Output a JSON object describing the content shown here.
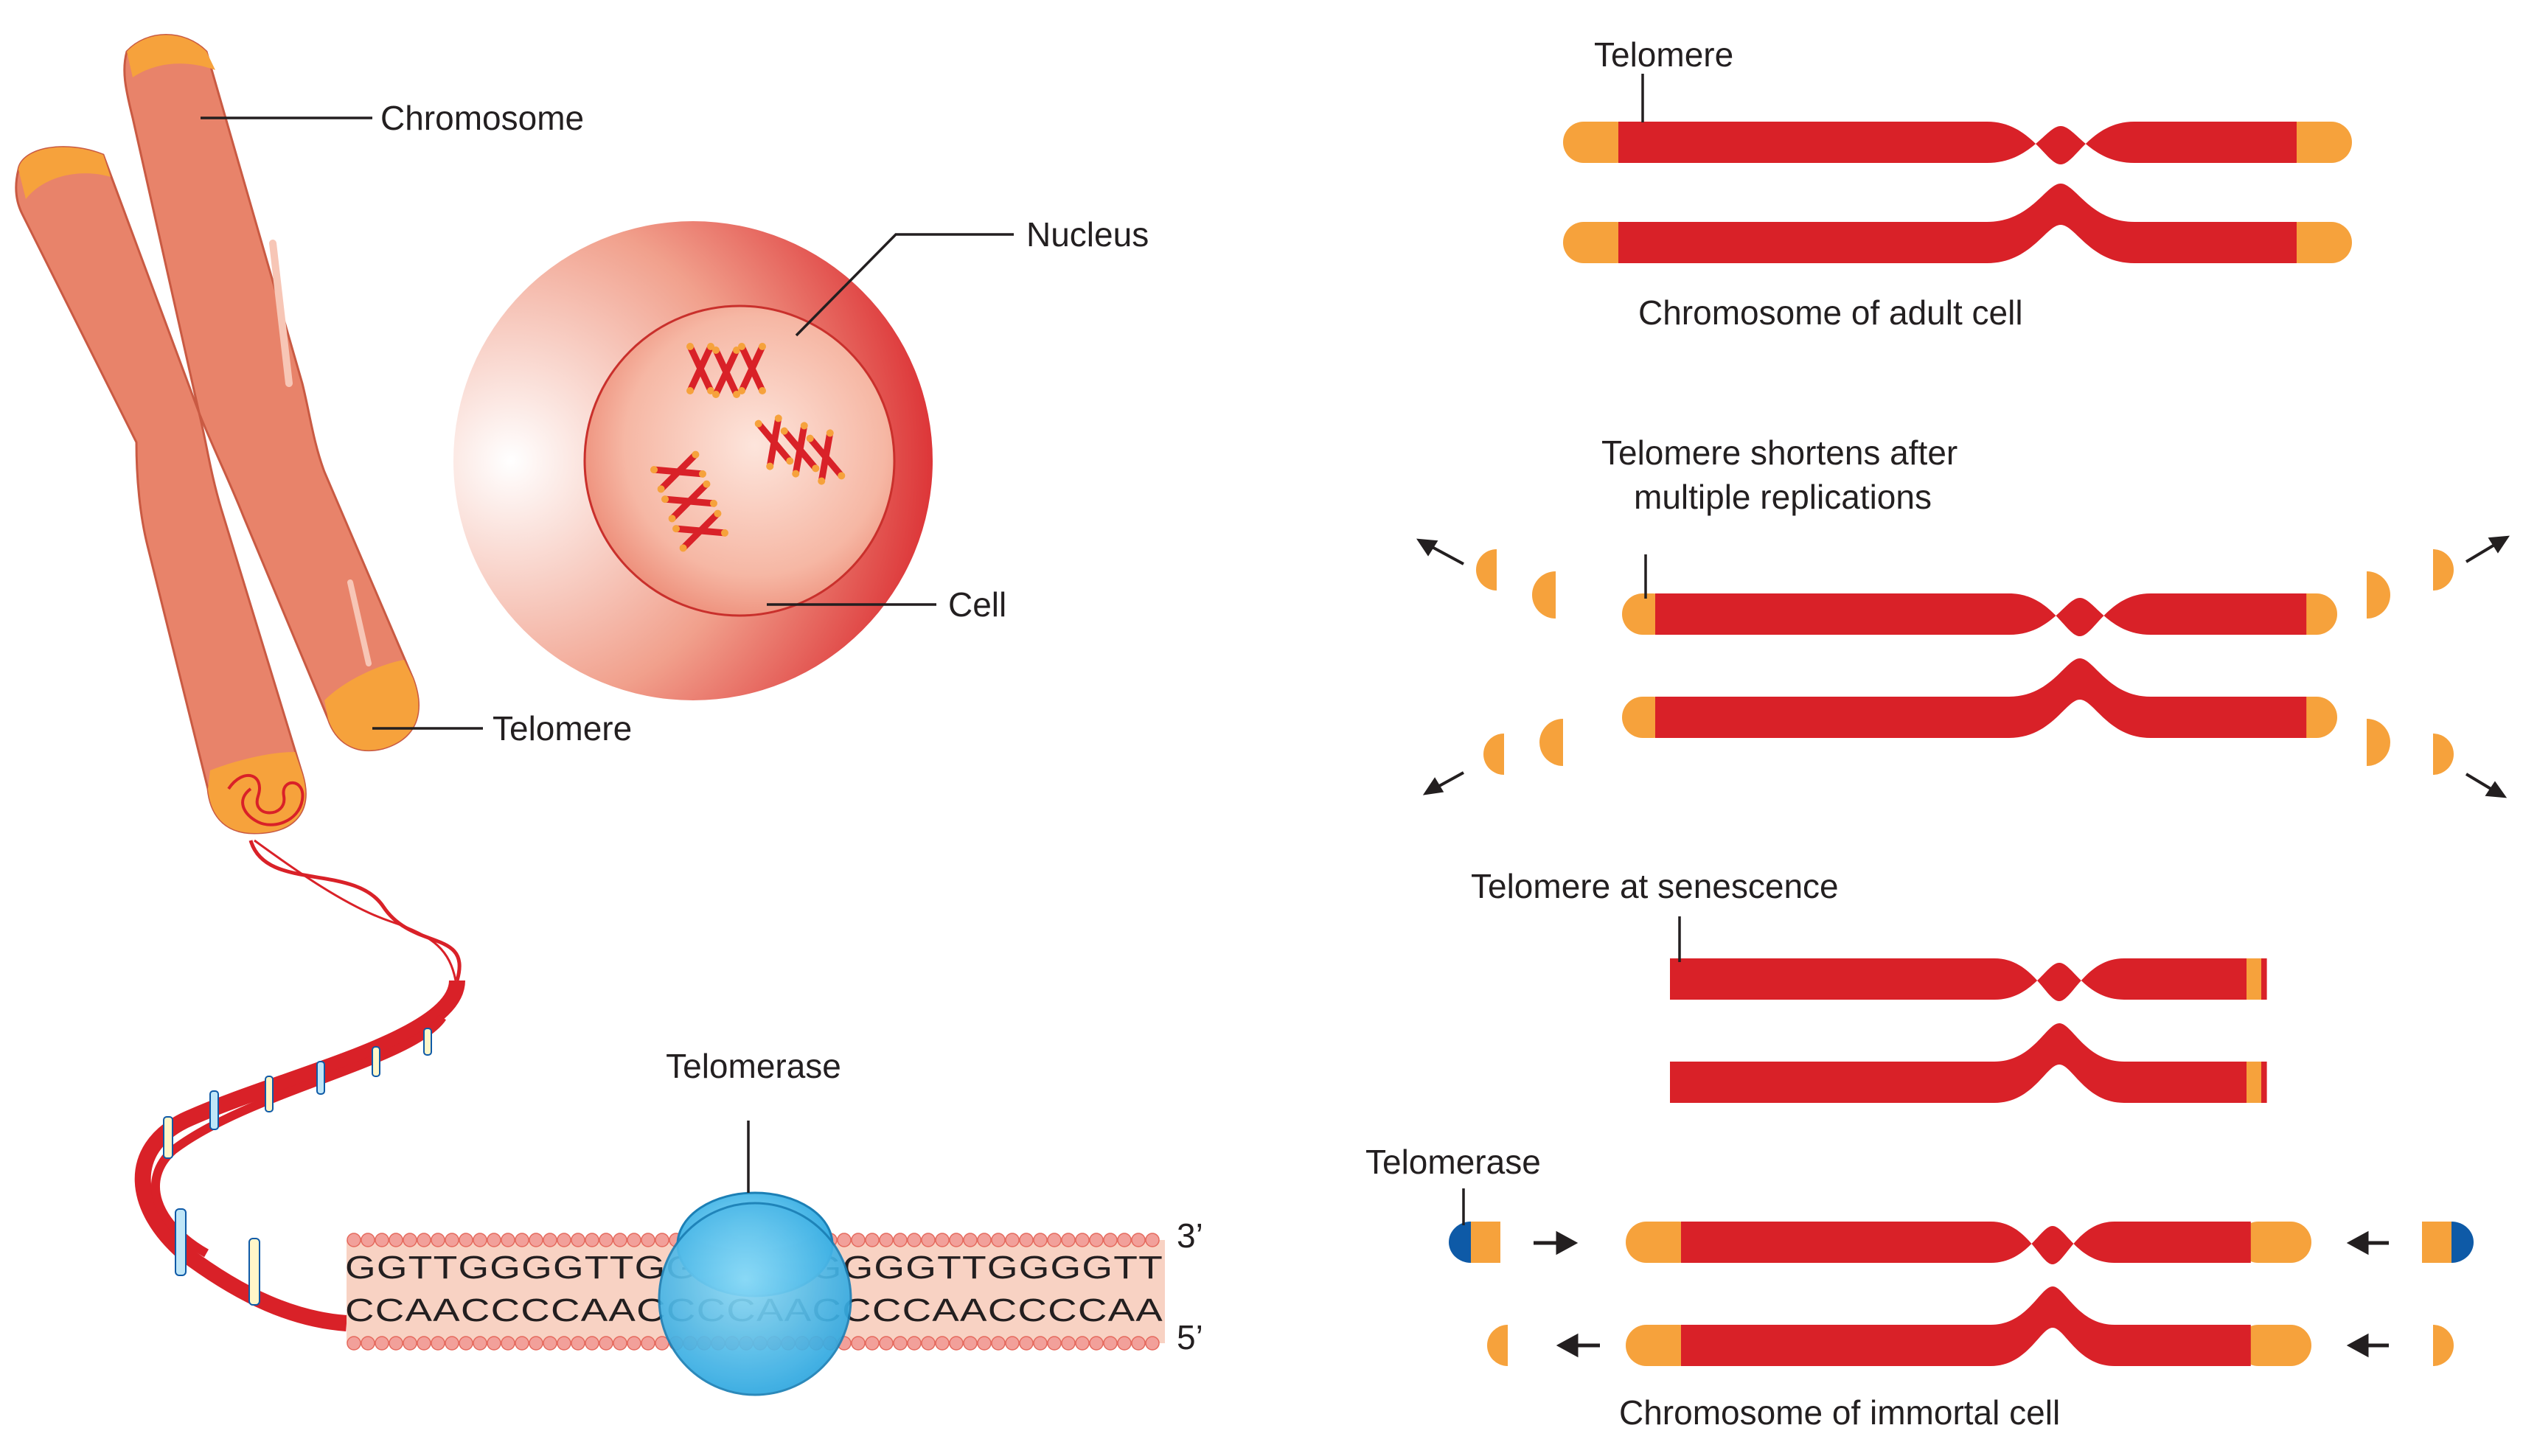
{
  "labels": {
    "chromosome": "Chromosome",
    "nucleus": "Nucleus",
    "cell": "Cell",
    "telomere_left": "Telomere",
    "telomerase_left": "Telomerase",
    "strand_top_end": "3’",
    "strand_bottom_end": "5’",
    "telomere_top": "Telomere",
    "adult_caption": "Chromosome of adult cell",
    "shortens_line1": "Telomere shortens after",
    "shortens_line2": "multiple replications",
    "senescence": "Telomere at senescence",
    "telomerase_right": "Telomerase",
    "immortal_caption": "Chromosome of immortal cell"
  },
  "sequence": {
    "top": "GGTTGGGGTTGGGGTTGGGGTTGGGGTT",
    "bottom": "CCAACCCCAACCCCAACCCCAACCCCAA"
  },
  "colors": {
    "chromosome_body": "#e8836a",
    "telomere_cap": "#f6a23c",
    "chromatid_red": "#d92128",
    "telomerase_blue": "#3fb9ec",
    "telomerase_dark_blue": "#0e5aa7",
    "dna_bead": "#f2a09a",
    "strand_fill": "#f8d2c3"
  }
}
